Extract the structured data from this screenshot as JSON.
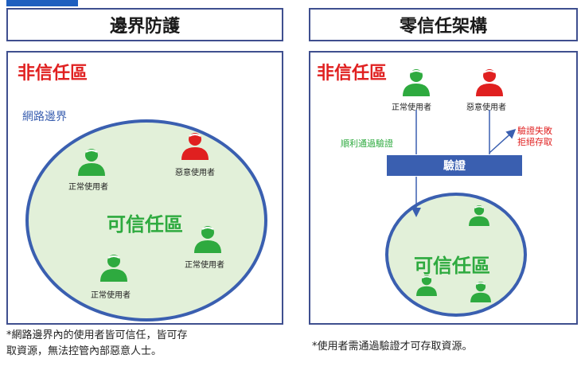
{
  "left": {
    "title": "邊界防護",
    "untrusted_zone": "非信任區",
    "network_boundary": "網路邊界",
    "trusted_zone": "可信任區",
    "users": [
      "正常使用者",
      "惡意使用者",
      "正常使用者",
      "正常使用者"
    ],
    "footnote_line1": "*網路邊界內的使用者皆可信任，皆可存",
    "footnote_line2": "取資源，無法控管內部惡意人士。"
  },
  "right": {
    "title": "零信任架構",
    "untrusted_zone": "非信任區",
    "normal_user": "正常使用者",
    "malicious_user": "惡意使用者",
    "pass_note": "順利通過驗證",
    "fail_note_line1": "驗證失敗",
    "fail_note_line2": "拒絕存取",
    "verify": "驗證",
    "trusted_zone": "可信任區",
    "footnote": "*使用者需通過驗證才可存取資源。"
  },
  "colors": {
    "normal_user": "#2eaa3f",
    "malicious_user": "#e02020",
    "boundary": "#3a5fb0",
    "trusted_fill": "#e2f0d9"
  }
}
